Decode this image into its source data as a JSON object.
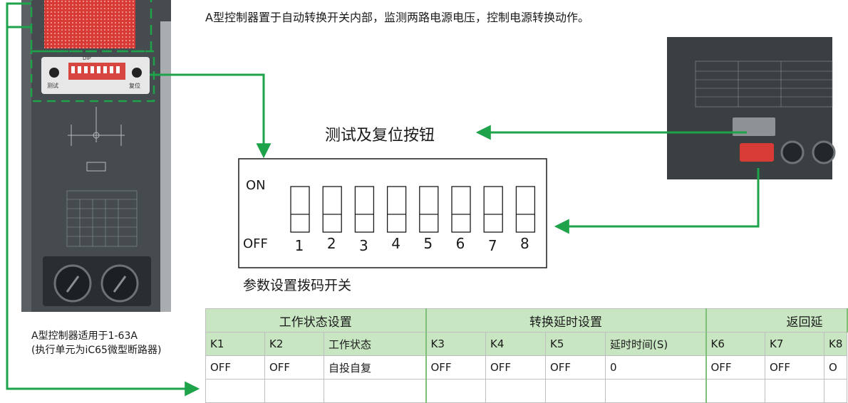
{
  "description_text": "A型控制器置于自动转换开关内部，监测两路电源电压，控制电源转换动作。",
  "labels": {
    "test_reset": "测试及复位按钮",
    "dip_caption": "参数设置拨码开关",
    "controller_note": [
      "A型控制器适用于1-63A",
      "(执行单元为iC65微型断路器)"
    ]
  },
  "dip_switch": {
    "on_label": "ON",
    "off_label": "OFF",
    "positions": [
      "1",
      "2",
      "3",
      "4",
      "5",
      "6",
      "7",
      "8"
    ]
  },
  "controller_panel": {
    "dip_label": "DIP",
    "test_label": "测试",
    "reset_label": "复位"
  },
  "settings_table": {
    "groups": [
      "工作状态设置",
      "转换延时设置",
      "返回延"
    ],
    "columns": [
      "K1",
      "K2",
      "工作状态",
      "K3",
      "K4",
      "K5",
      "延时时间(S)",
      "K6",
      "K7",
      "K8"
    ],
    "rows": [
      [
        "OFF",
        "OFF",
        "自投自复",
        "OFF",
        "OFF",
        "OFF",
        "0",
        "OFF",
        "OFF",
        "O"
      ],
      [
        "",
        "",
        "",
        "",
        "",
        "",
        "",
        "",
        "",
        ""
      ]
    ]
  },
  "colors": {
    "arrow_green": "#1ea34a",
    "header_green": "#c9e6c3",
    "red_zone": "#d83a35",
    "panel_dark": "#3a3f41"
  }
}
